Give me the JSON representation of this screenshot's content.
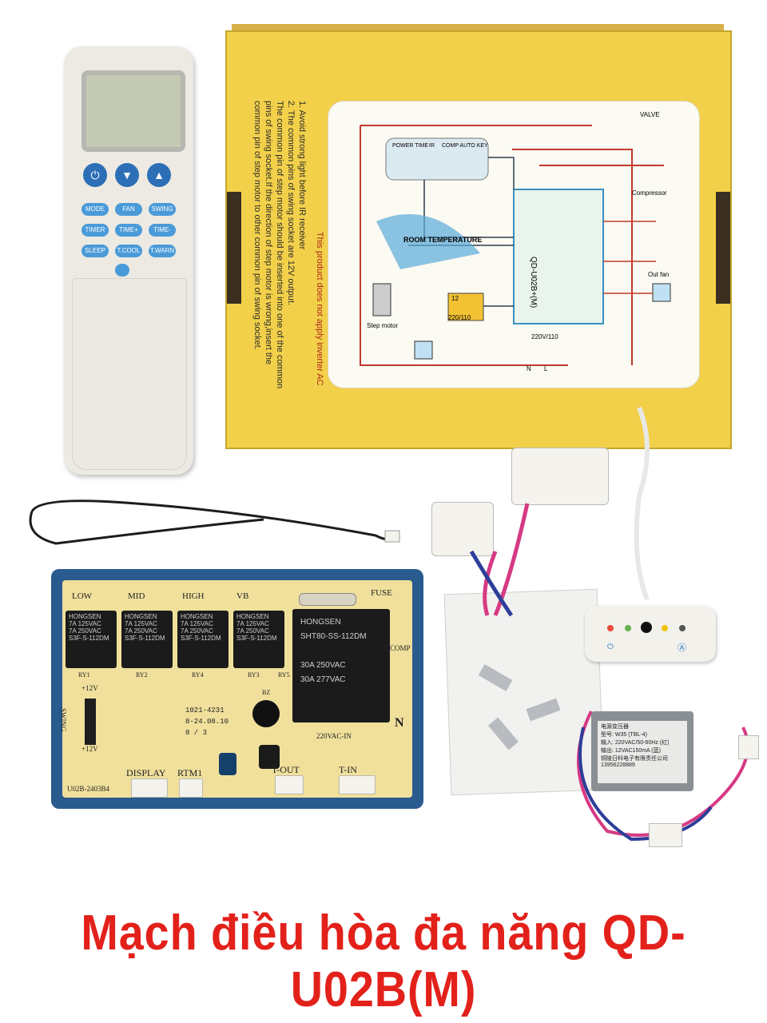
{
  "caption": "Mạch điều hòa đa năng QD-U02B(M)",
  "colors": {
    "caption": "#e3211b",
    "box": "#f2d04a",
    "pcb": "#2a5b8f",
    "remote_button": "#4a9ad9"
  },
  "remote": {
    "buttons": [
      "MODE",
      "FAN",
      "SWING",
      "TIMER",
      "TIME+",
      "TIME-",
      "SLEEP",
      "T.COOL",
      "T.WARN"
    ]
  },
  "box": {
    "notes": [
      "1. Avoid strong light before IR receiver",
      "2. The common pins of swing socket are 12V output.",
      "The common pin of step motor should be inserted into one of the common",
      "pins of swing socket.If the direction of step motor is wrong,insert the",
      "common pin of step motor to other common pin of swing socket.",
      "This product does not apply inverter AC"
    ],
    "diagram": {
      "display_labels": [
        "POWER TIME",
        "IR",
        "COMP AUTO KEY"
      ],
      "room_temperature": "ROOM TEMPERATURE",
      "board_label": "QD-U02B+(M)",
      "valve": "VALVE",
      "compressor": "Compressor",
      "out_fan": "Out fan",
      "step_motor": "Step motor",
      "transformer_top": "12",
      "transformer_bottom": "220/110",
      "power": "220V/110",
      "n": "N",
      "l": "L"
    }
  },
  "pcb": {
    "labels": {
      "low": "LOW",
      "mid": "MID",
      "high": "HIGH",
      "vb": "VB",
      "fuse": "FUSE",
      "comp": "COMP",
      "n": "N",
      "plus12_top": "+12V",
      "plus12_bottom": "+12V",
      "swing": "SWING",
      "display": "DISPLAY",
      "rtm1": "RTM1",
      "t_out": "T-OUT",
      "t_in": "T-IN",
      "model": "U02B-2403B4",
      "date_code": "1021-4231",
      "date_code2": "8-24.08.10",
      "date_code3": "8 / 3",
      "voltage": "220VAC-IN",
      "ry1": "RY1",
      "ry2": "RY2",
      "ry4": "RY4",
      "ry3": "RY3",
      "ry5": "RY5",
      "bz": "BZ"
    },
    "relay_small": {
      "brand": "HONGSEN",
      "line1": "7A 125VAC",
      "line2": "7A 250VAC",
      "model": "S3F-S-112DM"
    },
    "relay_big": {
      "brand": "HONGSEN",
      "model": "SHT80-SS-112DM",
      "line1": "30A 250VAC",
      "line2": "30A 277VAC"
    }
  },
  "transformer": {
    "title": "电源变压器",
    "model": "型号: W35 (TBL-4)",
    "input": "输入: 220VAC/50-60Hz (红)",
    "output": "输出: 12VAC150mA (蓝)",
    "maker": "铜陵日科电子有限责任公司 13956228889"
  }
}
